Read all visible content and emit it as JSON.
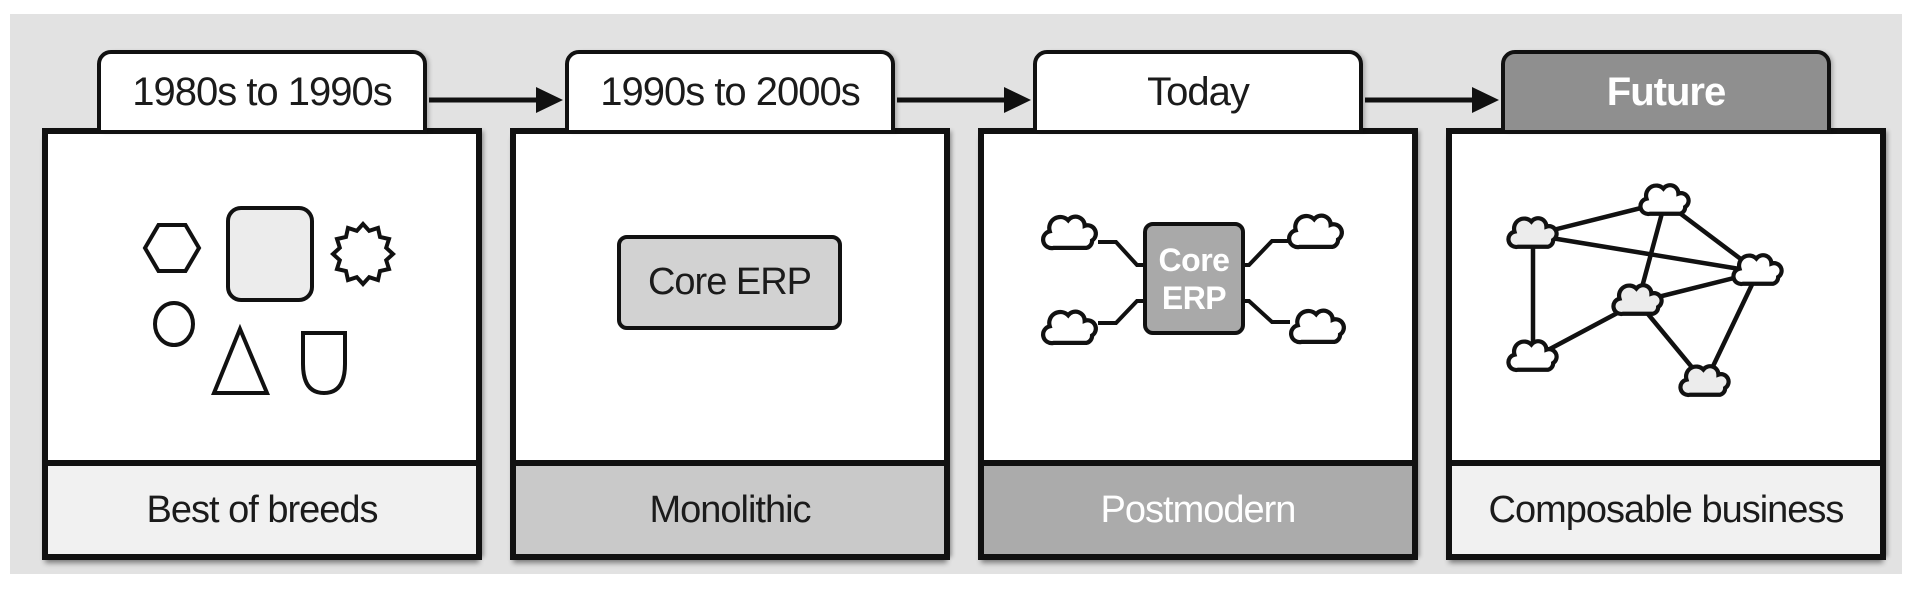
{
  "diagram": {
    "stages": [
      {
        "tab": {
          "label": "1980s to 1990s",
          "style": "light"
        },
        "footer": {
          "label": "Best of breeds",
          "style": "lightest"
        },
        "icon": "assorted-shapes"
      },
      {
        "tab": {
          "label": "1990s to 2000s",
          "style": "light"
        },
        "footer": {
          "label": "Monolithic",
          "style": "medium"
        },
        "icon": "core-erp-box",
        "box_label": "Core ERP"
      },
      {
        "tab": {
          "label": "Today",
          "style": "light"
        },
        "footer": {
          "label": "Postmodern",
          "style": "dark"
        },
        "icon": "core-erp-connected-clouds",
        "box_label_line1": "Core",
        "box_label_line2": "ERP"
      },
      {
        "tab": {
          "label": "Future",
          "style": "dark"
        },
        "footer": {
          "label": "Composable business",
          "style": "lightest"
        },
        "icon": "cloud-network"
      }
    ],
    "colors": {
      "backdrop": "#e2e2e2",
      "line": "#111111",
      "tab_light_bg": "#ffffff",
      "tab_dark_bg": "#8f8f8f",
      "footer_lightest": "#f1f1f1",
      "footer_medium": "#c9c9c9",
      "footer_dark": "#ababab",
      "erp_box_light": "#d2d2d2",
      "erp_box_dark": "#a9a9a9",
      "shape_fill": "#ececec",
      "text_dark": "#1b1b1b",
      "text_light": "#ffffff"
    }
  }
}
